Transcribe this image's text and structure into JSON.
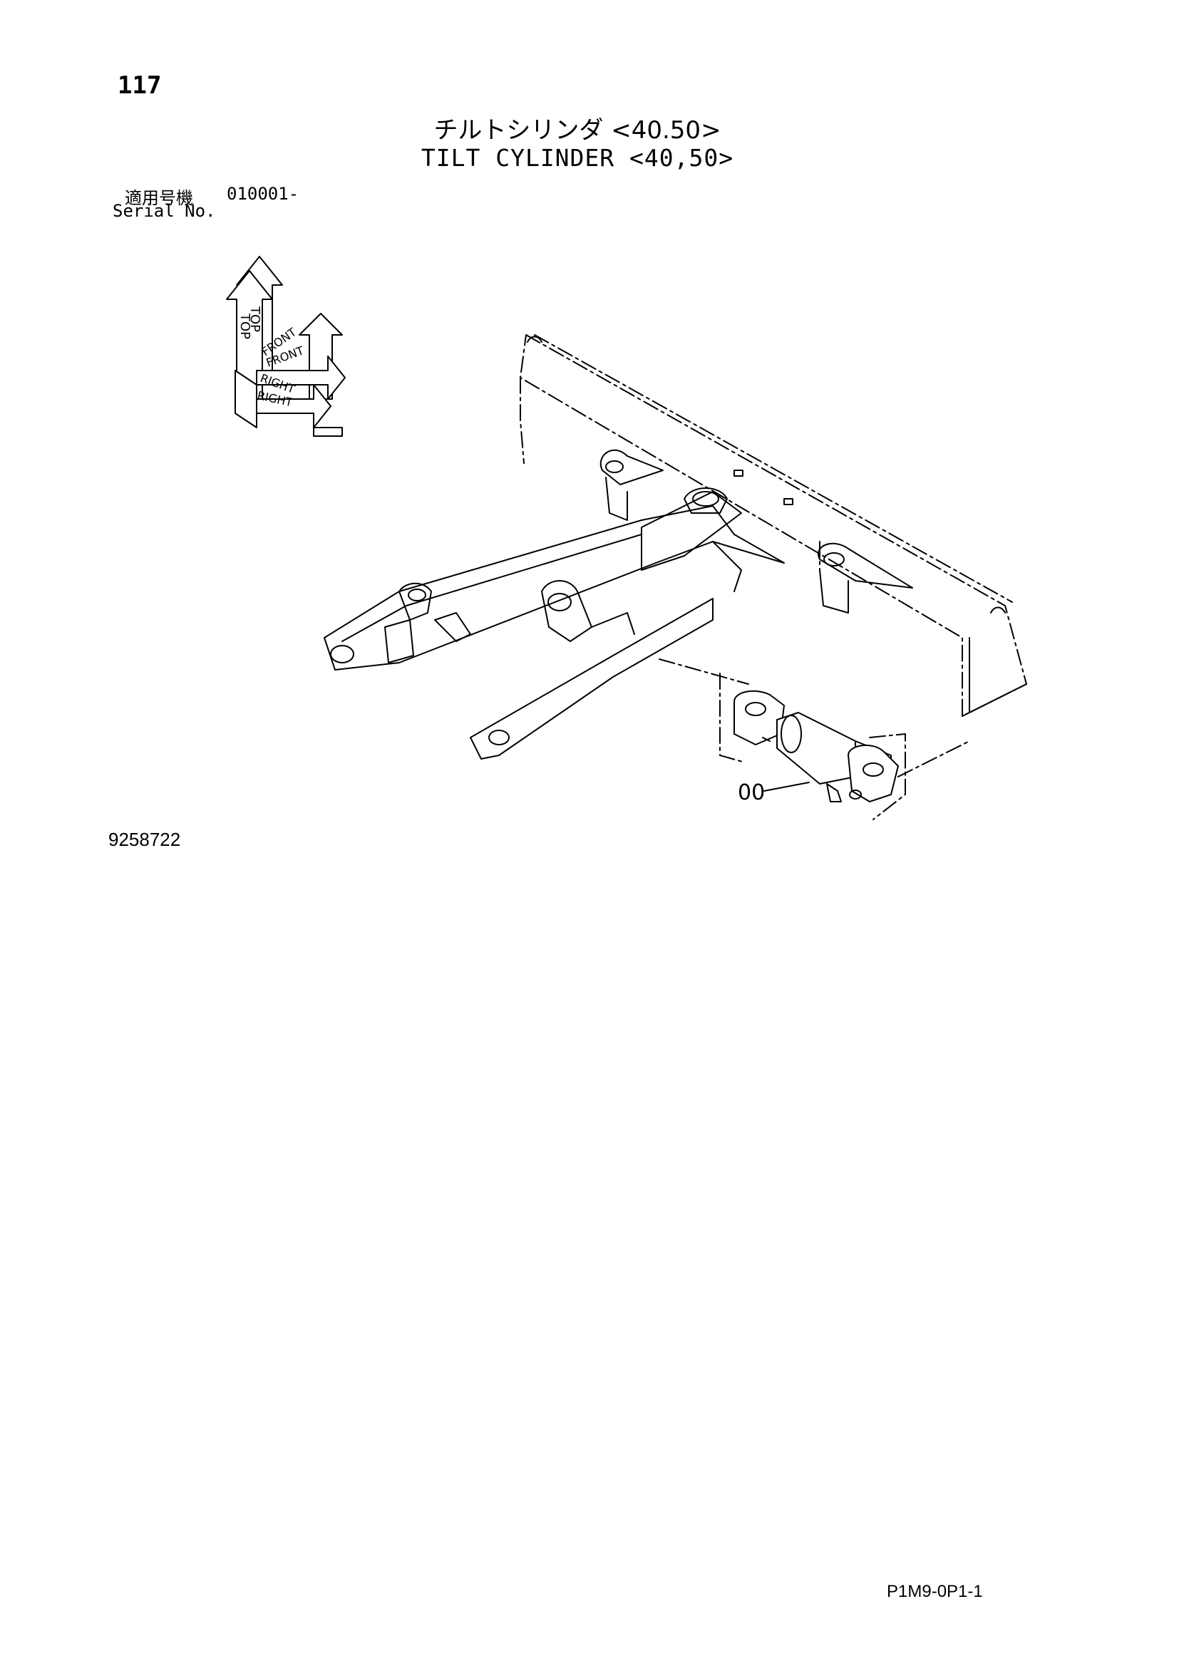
{
  "page": {
    "number": "117",
    "code": "P1M9-0P1-1"
  },
  "title": {
    "ja": "チルトシリンダ <40.50>",
    "en": "TILT CYLINDER <40,50>"
  },
  "serial": {
    "label_ja": "適用号機",
    "label_en": "Serial No.",
    "value": "010001-"
  },
  "figure": {
    "number": "9258722",
    "callouts": {
      "cylinder": "00"
    },
    "orientation_labels": {
      "top1": "TOP",
      "top2": "TOP",
      "front1": "FRONT",
      "front2": "FRONT",
      "right1": "RIGHT",
      "right2": "RIGHT"
    }
  }
}
